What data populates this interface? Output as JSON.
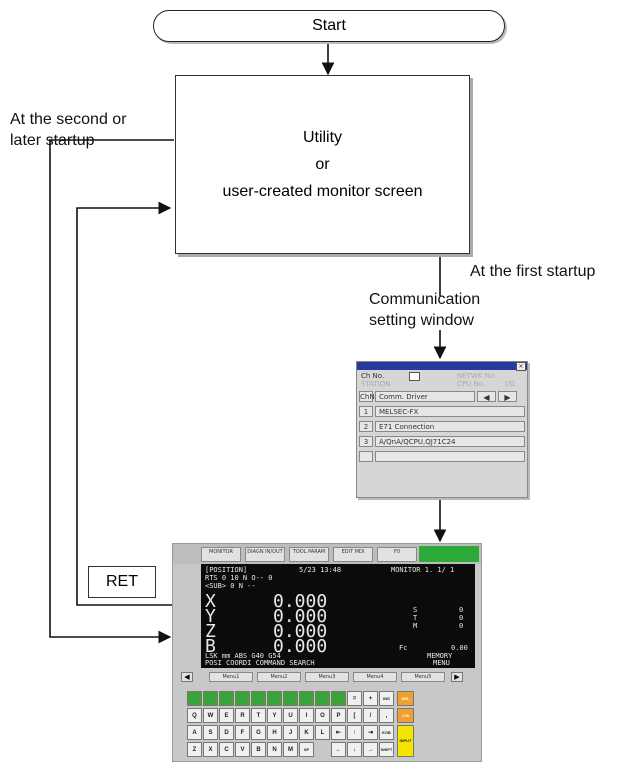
{
  "flow": {
    "start": "Start",
    "box_line1": "Utility",
    "box_line2": "or",
    "box_line3": "user-created monitor screen",
    "second_startup_line1": "At the second or",
    "second_startup_line2": "later startup",
    "first_startup": "At the first startup",
    "comm_line1": "Communication",
    "comm_line2": "setting window",
    "ret": "RET"
  },
  "comm_window": {
    "close": "×",
    "ch_no_label": "Ch No.",
    "station": "STATION",
    "network_no": "NETWK No.",
    "cpu_no": "CPU No.",
    "io_no": "I/O",
    "header_chno": "ChNo",
    "header_driver": "Comm. Driver",
    "rows": [
      {
        "no": "1",
        "driver": "MELSEC-FX"
      },
      {
        "no": "2",
        "driver": "E71 Connection"
      },
      {
        "no": "3",
        "driver": "A/QnA/QCPU,QJ71C24"
      }
    ]
  },
  "panel": {
    "fkeys": [
      "MONITOR",
      "DIAGN IN/OUT",
      "TOOL PARAM",
      "EDIT MDI",
      "F0"
    ],
    "screen": {
      "title": "[POSITION]",
      "date": "5/23 13:48",
      "mode": "MONITOR 1. 1/ 1",
      "line2": "RTS  0    10 N       O-- 0",
      "line3": "<SUB> 0       N       --",
      "axes": [
        "X",
        "Y",
        "Z",
        "B"
      ],
      "values": [
        "0.000",
        "0.000",
        "0.000",
        "0.000"
      ],
      "s": "S",
      "t": "T",
      "m": "M",
      "s_val": "0",
      "t_val": "0",
      "m_val": "0",
      "fc": "Fc",
      "fc_val": "0.00",
      "bottom1": "LSK  mm  ABS  G40  G54",
      "bottom2": "POSI   COORDI   COMMAND  SEARCH",
      "memory": "MEMORY",
      "menu": "MENU"
    },
    "menus": [
      "Menu1",
      "Menu2",
      "Menu3",
      "Menu4",
      "Menu5"
    ],
    "row1": [
      "Q",
      "W",
      "E",
      "R",
      "T",
      "Y",
      "U",
      "I",
      "O",
      "P"
    ],
    "row2": [
      "A",
      "S",
      "D",
      "F",
      "G",
      "H",
      "J",
      "K",
      "L"
    ],
    "row3": [
      "Z",
      "X",
      "C",
      "V",
      "B",
      "N",
      "M"
    ]
  },
  "colors": {
    "title_bar": "#2a3a9a",
    "key_green": "#3aa43a",
    "key_orange": "#f0a030",
    "key_yellow": "#f4e400"
  }
}
